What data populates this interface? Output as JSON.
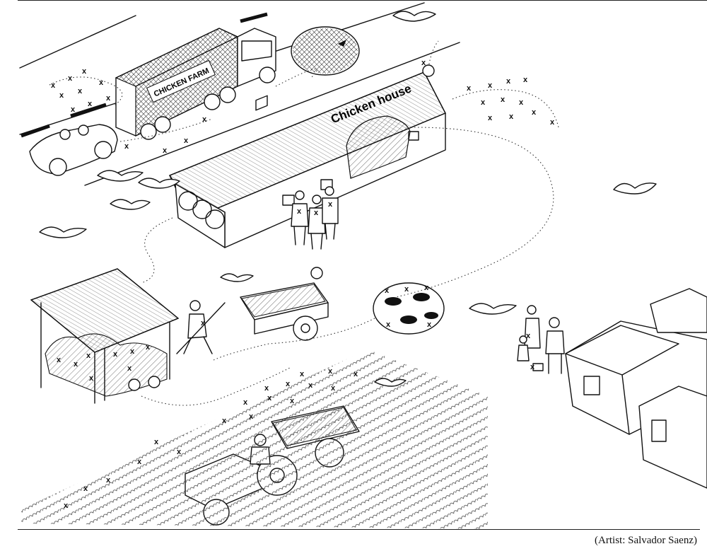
{
  "illustration": {
    "truck_sign": "CHICKEN FARM",
    "house_sign": "Chicken house",
    "contamination_mark": "x"
  },
  "credit": "(Artist: Salvador Saenz)"
}
